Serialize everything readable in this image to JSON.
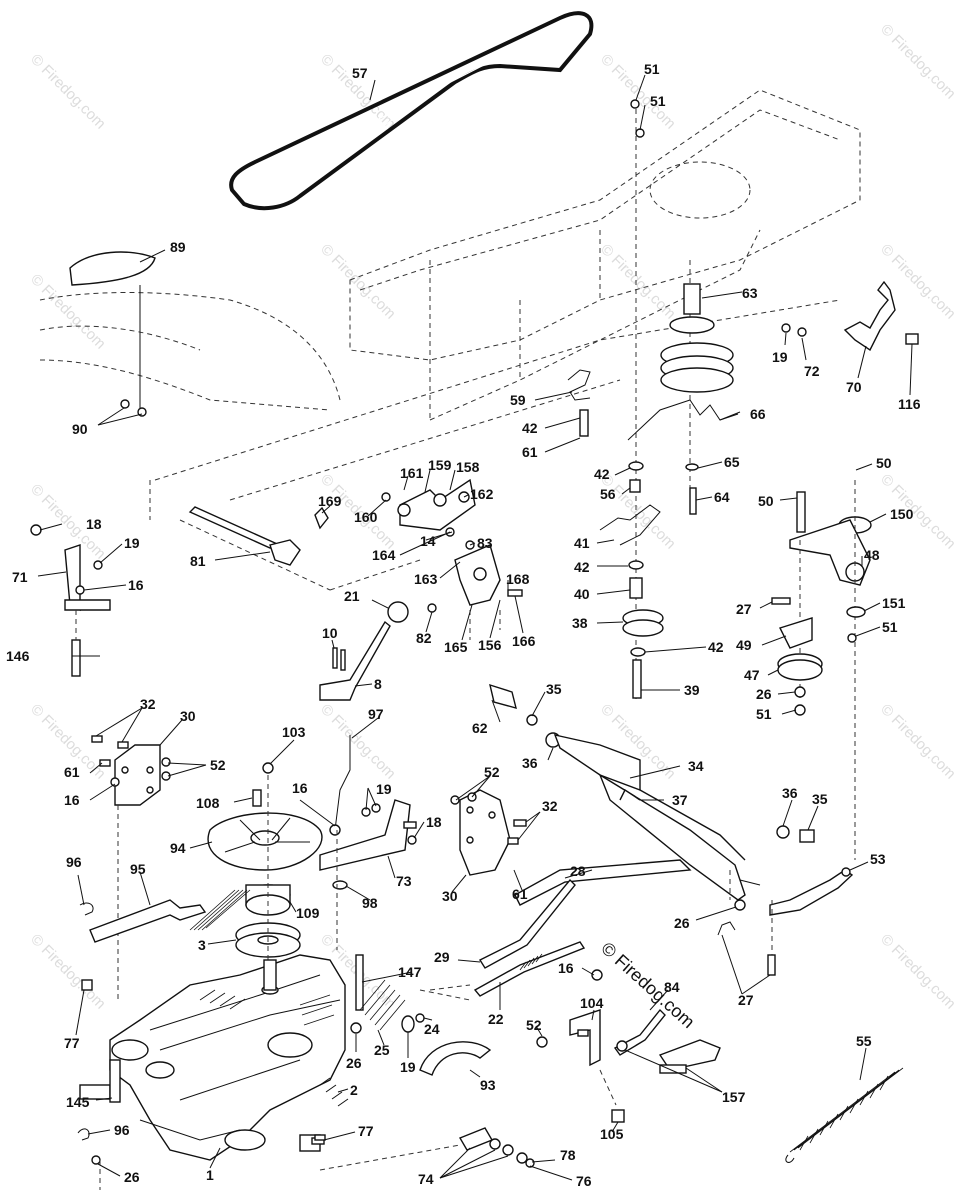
{
  "watermark": "© Firedog.com",
  "copyright_label": "© Firedog.com",
  "callouts": [
    {
      "label": "57"
    },
    {
      "label": "51"
    },
    {
      "label": "51"
    },
    {
      "label": "89"
    },
    {
      "label": "63"
    },
    {
      "label": "19"
    },
    {
      "label": "72"
    },
    {
      "label": "70"
    },
    {
      "label": "116"
    },
    {
      "label": "90"
    },
    {
      "label": "59"
    },
    {
      "label": "42"
    },
    {
      "label": "61"
    },
    {
      "label": "66"
    },
    {
      "label": "42"
    },
    {
      "label": "65"
    },
    {
      "label": "56"
    },
    {
      "label": "64"
    },
    {
      "label": "50"
    },
    {
      "label": "50"
    },
    {
      "label": "150"
    },
    {
      "label": "161"
    },
    {
      "label": "159"
    },
    {
      "label": "158"
    },
    {
      "label": "169"
    },
    {
      "label": "162"
    },
    {
      "label": "160"
    },
    {
      "label": "18"
    },
    {
      "label": "19"
    },
    {
      "label": "71"
    },
    {
      "label": "16"
    },
    {
      "label": "81"
    },
    {
      "label": "164"
    },
    {
      "label": "14"
    },
    {
      "label": "83"
    },
    {
      "label": "163"
    },
    {
      "label": "168"
    },
    {
      "label": "41"
    },
    {
      "label": "42"
    },
    {
      "label": "48"
    },
    {
      "label": "40"
    },
    {
      "label": "27"
    },
    {
      "label": "151"
    },
    {
      "label": "21"
    },
    {
      "label": "82"
    },
    {
      "label": "165"
    },
    {
      "label": "156"
    },
    {
      "label": "166"
    },
    {
      "label": "38"
    },
    {
      "label": "51"
    },
    {
      "label": "42"
    },
    {
      "label": "49"
    },
    {
      "label": "146"
    },
    {
      "label": "10"
    },
    {
      "label": "47"
    },
    {
      "label": "26"
    },
    {
      "label": "8"
    },
    {
      "label": "39"
    },
    {
      "label": "35"
    },
    {
      "label": "51"
    },
    {
      "label": "32"
    },
    {
      "label": "30"
    },
    {
      "label": "97"
    },
    {
      "label": "62"
    },
    {
      "label": "103"
    },
    {
      "label": "52"
    },
    {
      "label": "61"
    },
    {
      "label": "36"
    },
    {
      "label": "34"
    },
    {
      "label": "16"
    },
    {
      "label": "108"
    },
    {
      "label": "52"
    },
    {
      "label": "37"
    },
    {
      "label": "19"
    },
    {
      "label": "36"
    },
    {
      "label": "35"
    },
    {
      "label": "16"
    },
    {
      "label": "32"
    },
    {
      "label": "18"
    },
    {
      "label": "94"
    },
    {
      "label": "53"
    },
    {
      "label": "73"
    },
    {
      "label": "96"
    },
    {
      "label": "95"
    },
    {
      "label": "28"
    },
    {
      "label": "98"
    },
    {
      "label": "30"
    },
    {
      "label": "61"
    },
    {
      "label": "109"
    },
    {
      "label": "26"
    },
    {
      "label": "3"
    },
    {
      "label": "29"
    },
    {
      "label": "147"
    },
    {
      "label": "16"
    },
    {
      "label": "84"
    },
    {
      "label": "27"
    },
    {
      "label": "77"
    },
    {
      "label": "22"
    },
    {
      "label": "52"
    },
    {
      "label": "104"
    },
    {
      "label": "24"
    },
    {
      "label": "26"
    },
    {
      "label": "25"
    },
    {
      "label": "19"
    },
    {
      "label": "55"
    },
    {
      "label": "93"
    },
    {
      "label": "157"
    },
    {
      "label": "2"
    },
    {
      "label": "145"
    },
    {
      "label": "105"
    },
    {
      "label": "96"
    },
    {
      "label": "77"
    },
    {
      "label": "78"
    },
    {
      "label": "1"
    },
    {
      "label": "74"
    },
    {
      "label": "76"
    },
    {
      "label": "26"
    }
  ]
}
